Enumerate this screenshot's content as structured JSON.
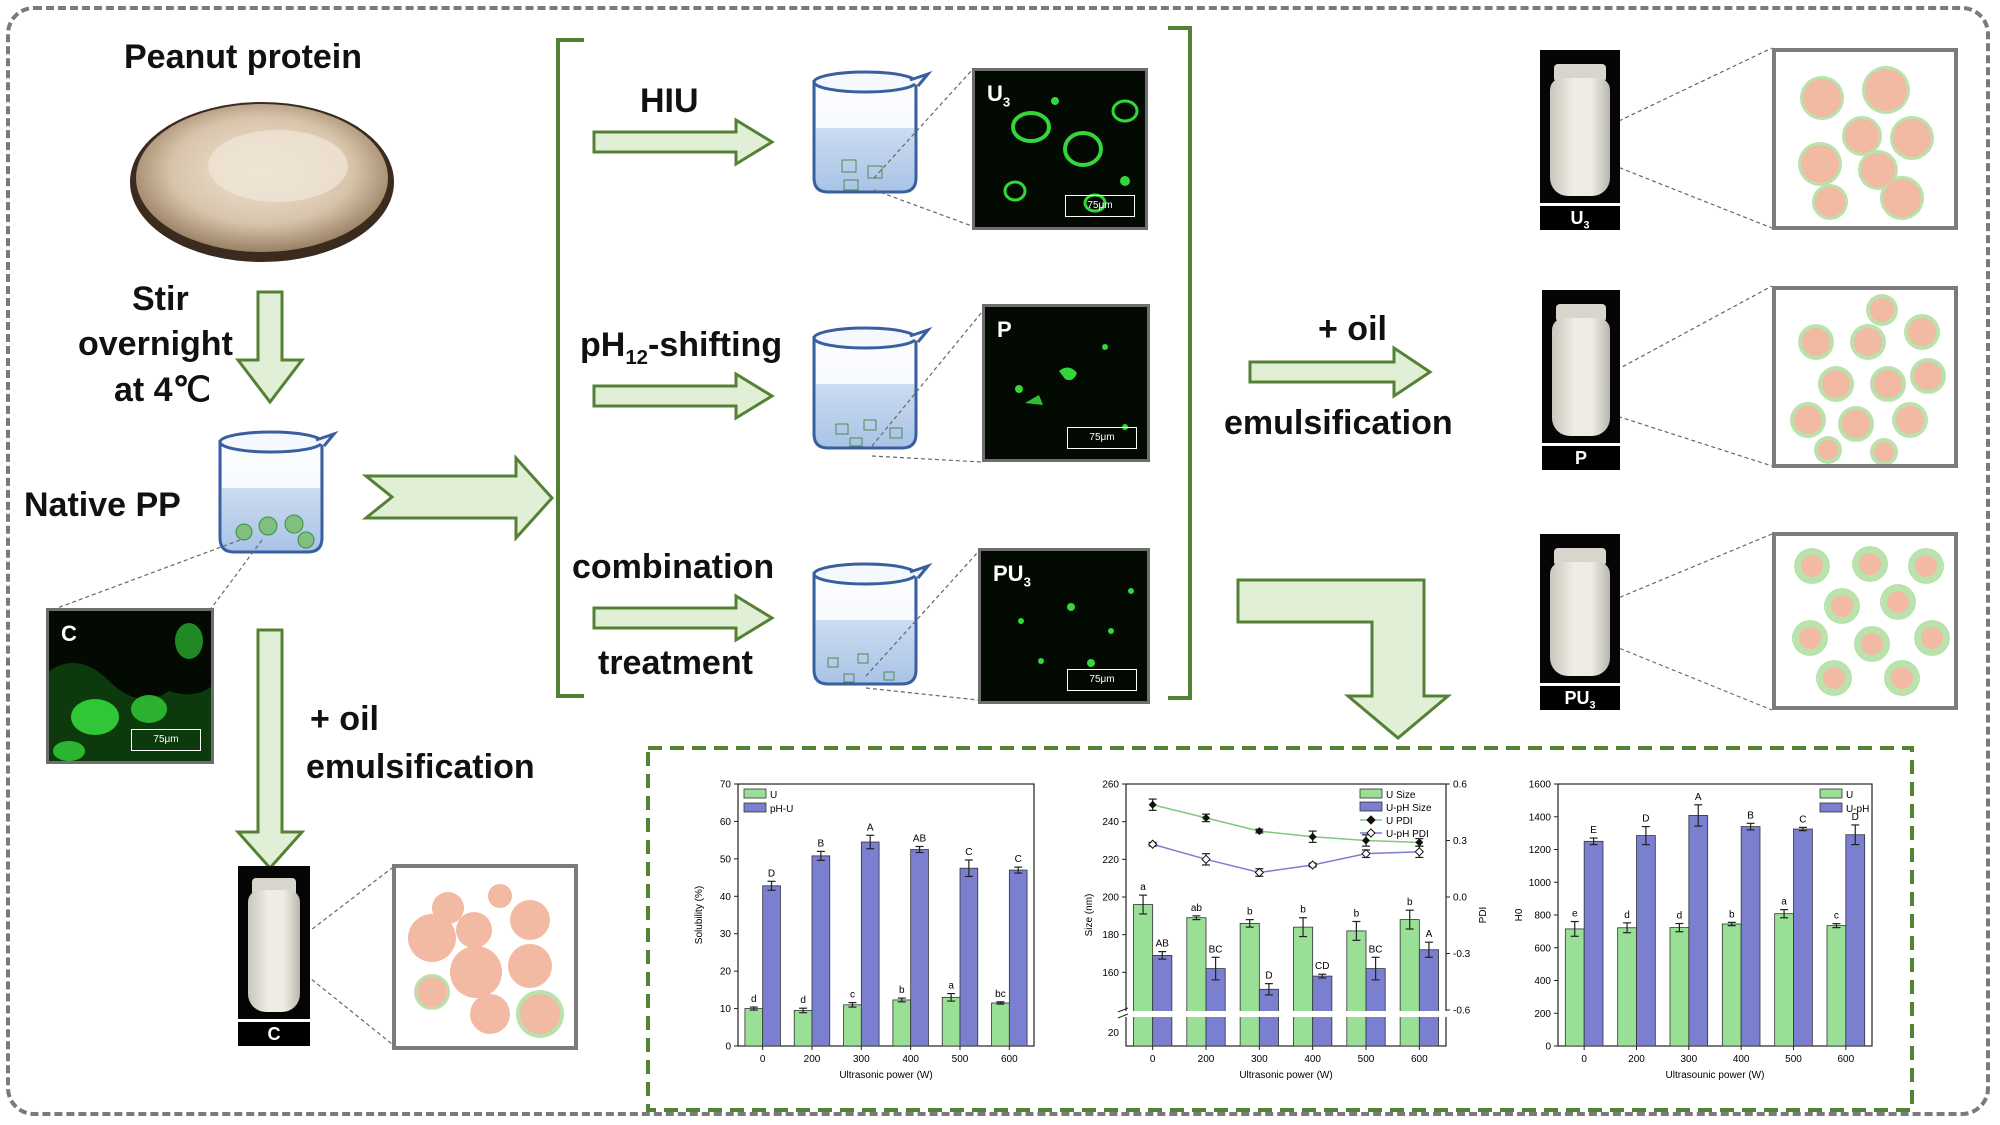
{
  "labels": {
    "peanut_protein": "Peanut protein",
    "stir_1": "Stir",
    "stir_2": "overnight",
    "stir_3": "at 4℃",
    "native_pp": "Native PP",
    "oil_left_1": "+ oil",
    "oil_left_2": "emulsification",
    "hiu": "HIU",
    "ph_prefix": "pH",
    "ph_sub": "12",
    "ph_suffix": "-shifting",
    "combination": "combination",
    "treatment": "treatment",
    "oil_right_1": "+ oil",
    "oil_right_2": "emulsification"
  },
  "micrographs": {
    "scale_bar": "75μm",
    "c": "C",
    "u3_main": "U",
    "u3_sub": "3",
    "p": "P",
    "pu3_main": "PU",
    "pu3_sub": "3"
  },
  "bottles": {
    "c": "C",
    "u3_main": "U",
    "u3_sub": "3",
    "p": "P",
    "pu3_main": "PU",
    "pu3_sub": "3"
  },
  "colors": {
    "arrow_fill": "#e2efd7",
    "arrow_stroke": "#548235",
    "bracket": "#548235",
    "bar_green": "#99e096",
    "bar_blue": "#7b7fd0",
    "droplet": "#f2b9a3",
    "droplet_shell": "#b9e2ad",
    "micro_green": "#35d63a",
    "dash_box": "#548235"
  },
  "chart_data": [
    {
      "type": "bar",
      "categories": [
        "0",
        "200",
        "300",
        "400",
        "500",
        "600"
      ],
      "series": [
        {
          "name": "U",
          "values": [
            10,
            9.5,
            11,
            12.3,
            13,
            11.5
          ],
          "errors": [
            0.4,
            0.6,
            0.6,
            0.5,
            1.0,
            0.3
          ],
          "letters": [
            "d",
            "d",
            "c",
            "b",
            "a",
            "bc"
          ]
        },
        {
          "name": "pH-U",
          "values": [
            42.8,
            50.8,
            54.5,
            52.5,
            47.5,
            47
          ],
          "errors": [
            1.2,
            1.2,
            1.8,
            0.8,
            2.2,
            0.8
          ],
          "letters": [
            "D",
            "B",
            "A",
            "AB",
            "C",
            "C"
          ]
        }
      ],
      "xlabel": "Ultrasonic power (W)",
      "ylabel": "Solubility (%)",
      "ylim": [
        0,
        70
      ],
      "yticks": [
        "0",
        "10",
        "20",
        "30",
        "40",
        "50",
        "60",
        "70"
      ]
    },
    {
      "type": "bar",
      "categories": [
        "0",
        "200",
        "300",
        "400",
        "500",
        "600"
      ],
      "series": [
        {
          "name": "U Size",
          "values": [
            196,
            189,
            186,
            184,
            182,
            188
          ],
          "errors": [
            5,
            1,
            2,
            5,
            5,
            5
          ],
          "letters": [
            "a",
            "ab",
            "b",
            "b",
            "b",
            "b"
          ]
        },
        {
          "name": "U-pH Size",
          "values": [
            169,
            162,
            151,
            158,
            162,
            172
          ],
          "errors": [
            2,
            6,
            3,
            1,
            6,
            4
          ],
          "letters": [
            "AB",
            "BC",
            "D",
            "CD",
            "BC",
            "A"
          ]
        },
        {
          "name": "U PDI",
          "type": "line",
          "values": [
            0.49,
            0.42,
            0.35,
            0.32,
            0.3,
            0.29
          ],
          "errors": [
            0.03,
            0.02,
            0.01,
            0.03,
            0.03,
            0.02
          ]
        },
        {
          "name": "U-pH PDI",
          "type": "line",
          "values": [
            0.28,
            0.2,
            0.13,
            0.17,
            0.23,
            0.24
          ],
          "errors": [
            0.01,
            0.03,
            0.02,
            0.01,
            0.02,
            0.03
          ]
        }
      ],
      "xlabel": "Ultrasonic power (W)",
      "ylabel": "Size (nm)",
      "y2label": "PDI",
      "ylim": [
        140,
        260
      ],
      "y2lim": [
        -0.6,
        0.6
      ],
      "yticks": [
        "160",
        "180",
        "200",
        "220",
        "240",
        "260"
      ],
      "yticks_lower": [
        "20"
      ],
      "y2ticks": [
        "-0.6",
        "-0.3",
        "0.0",
        "0.3",
        "0.6"
      ]
    },
    {
      "type": "bar",
      "categories": [
        "0",
        "200",
        "300",
        "400",
        "500",
        "600"
      ],
      "series": [
        {
          "name": "U",
          "values": [
            715,
            722,
            723,
            745,
            808,
            735
          ],
          "errors": [
            45,
            30,
            25,
            10,
            25,
            12
          ],
          "letters": [
            "e",
            "d",
            "d",
            "b",
            "a",
            "c"
          ]
        },
        {
          "name": "U-pH",
          "values": [
            1250,
            1285,
            1408,
            1340,
            1325,
            1290
          ],
          "errors": [
            20,
            55,
            65,
            20,
            10,
            60
          ],
          "letters": [
            "E",
            "D",
            "A",
            "B",
            "C",
            "D"
          ]
        }
      ],
      "xlabel": "Ultrasounic power (W)",
      "ylabel": "H0",
      "ylim": [
        0,
        1600
      ],
      "yticks": [
        "0",
        "200",
        "400",
        "600",
        "800",
        "1000",
        "1200",
        "1400",
        "1600"
      ]
    }
  ]
}
